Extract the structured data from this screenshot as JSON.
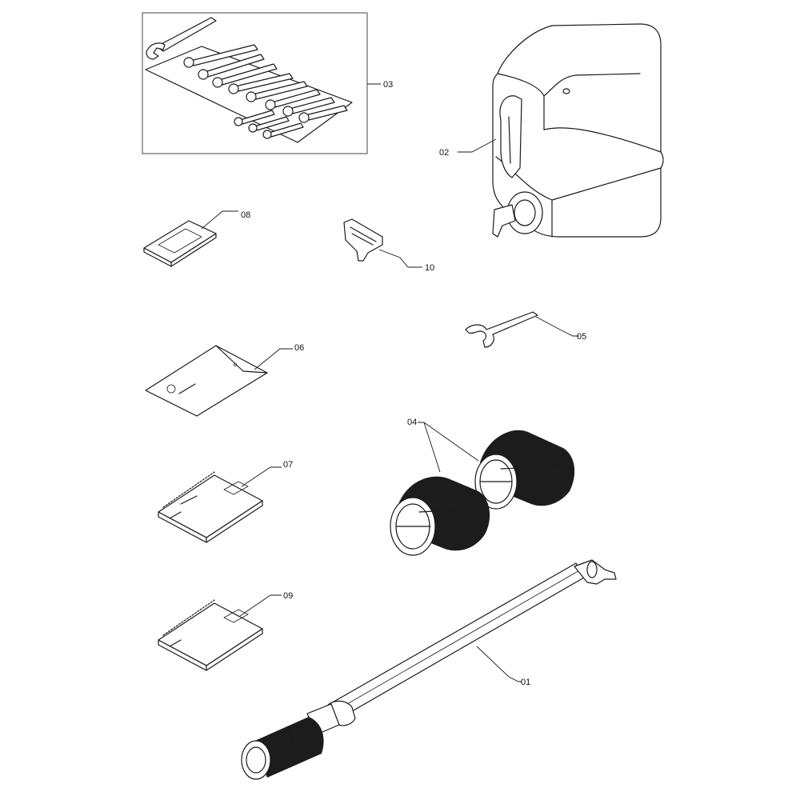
{
  "parts": [
    {
      "id": "03",
      "label": "03",
      "item": "wrench-set-kit"
    },
    {
      "id": "02",
      "label": "02",
      "item": "water-canister"
    },
    {
      "id": "08",
      "label": "08",
      "item": "small-booklet"
    },
    {
      "id": "10",
      "label": "10",
      "item": "holder-bracket"
    },
    {
      "id": "05",
      "label": "05",
      "item": "hook-wrench"
    },
    {
      "id": "06",
      "label": "06",
      "item": "folder-envelope"
    },
    {
      "id": "04",
      "label": "04",
      "item": "filter-cartridges"
    },
    {
      "id": "07",
      "label": "07",
      "item": "spiral-notebook"
    },
    {
      "id": "09",
      "label": "09",
      "item": "spiral-notebook"
    },
    {
      "id": "01",
      "label": "01",
      "item": "suction-hose-with-filter"
    }
  ],
  "colors": {
    "line": "#1a1a1a",
    "filter_fill": "#1c1c1c",
    "background": "#ffffff"
  }
}
